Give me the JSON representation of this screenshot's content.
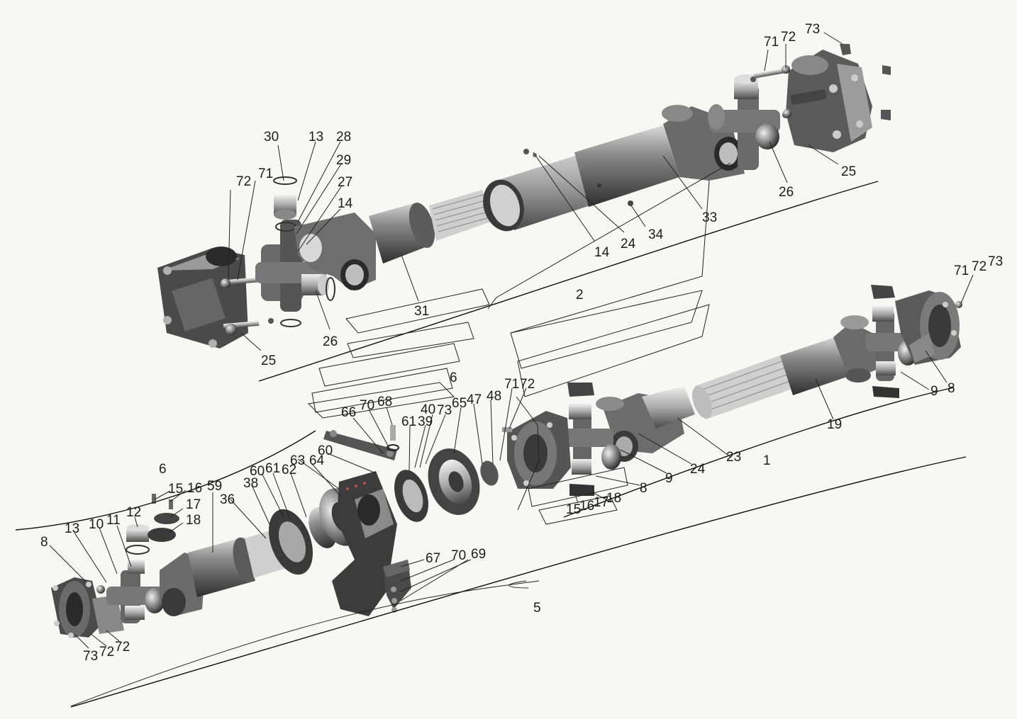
{
  "labels": {
    "l30": "30",
    "l13a": "13",
    "l28": "28",
    "l29": "29",
    "l27": "27",
    "l14a": "14",
    "l72a": "72",
    "l71a": "71",
    "l31": "31",
    "l26a": "26",
    "l25a": "25",
    "l14b": "14",
    "l24a": "24",
    "l34": "34",
    "l33": "33",
    "l26b": "26",
    "l25b": "25",
    "l71b": "71",
    "l72b": "72",
    "l73a": "73",
    "asm2": "2",
    "l71c": "71",
    "l72c": "72",
    "l73b": "73",
    "l9a": "9",
    "l8a": "8",
    "l19": "19",
    "l23": "23",
    "asm1": "1",
    "l24b": "24",
    "l9b": "9",
    "l8b": "8",
    "l15a": "15",
    "l16a": "16",
    "l17a": "17",
    "l18a": "18",
    "l6a": "6",
    "l66": "66",
    "l70a": "70",
    "l68": "68",
    "l61a": "61",
    "l39": "39",
    "l40": "40",
    "l73c": "73",
    "l65": "65",
    "l47": "47",
    "l48": "48",
    "l71d": "71",
    "l72d": "72",
    "l6b": "6",
    "l60a": "60",
    "l63": "63",
    "l64": "64",
    "l60b": "60",
    "l61b": "61",
    "l62": "62",
    "l38": "38",
    "l36": "36",
    "l59": "59",
    "l15b": "15",
    "l16b": "16",
    "l17b": "17",
    "l18b": "18",
    "l12": "12",
    "l11": "11",
    "l10": "10",
    "l13b": "13",
    "l8c": "8",
    "l67": "67",
    "l70b": "70",
    "l69": "69",
    "l73d": "73",
    "l72e": "72",
    "l72f": "72",
    "asm5": "5"
  },
  "colors": {
    "background": "#f7f7f4",
    "metal_dark": "#3a3a3a",
    "metal_mid": "#7d7d7d",
    "metal_light": "#c9c9c9",
    "line": "#1c1c1c"
  }
}
